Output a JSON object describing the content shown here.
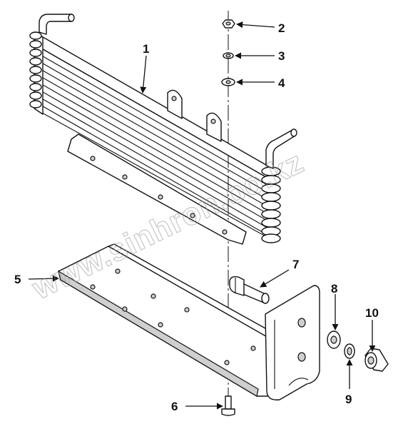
{
  "callouts": {
    "c1": "1",
    "c2": "2",
    "c3": "3",
    "c4": "4",
    "c5": "5",
    "c6": "6",
    "c7": "7",
    "c8": "8",
    "c9": "9",
    "c10": "10"
  },
  "watermark": "www.sinhron.oo.kz",
  "colors": {
    "line": "#111111",
    "shade": "#cfcfcf",
    "watermark": "#9a9a9a"
  }
}
